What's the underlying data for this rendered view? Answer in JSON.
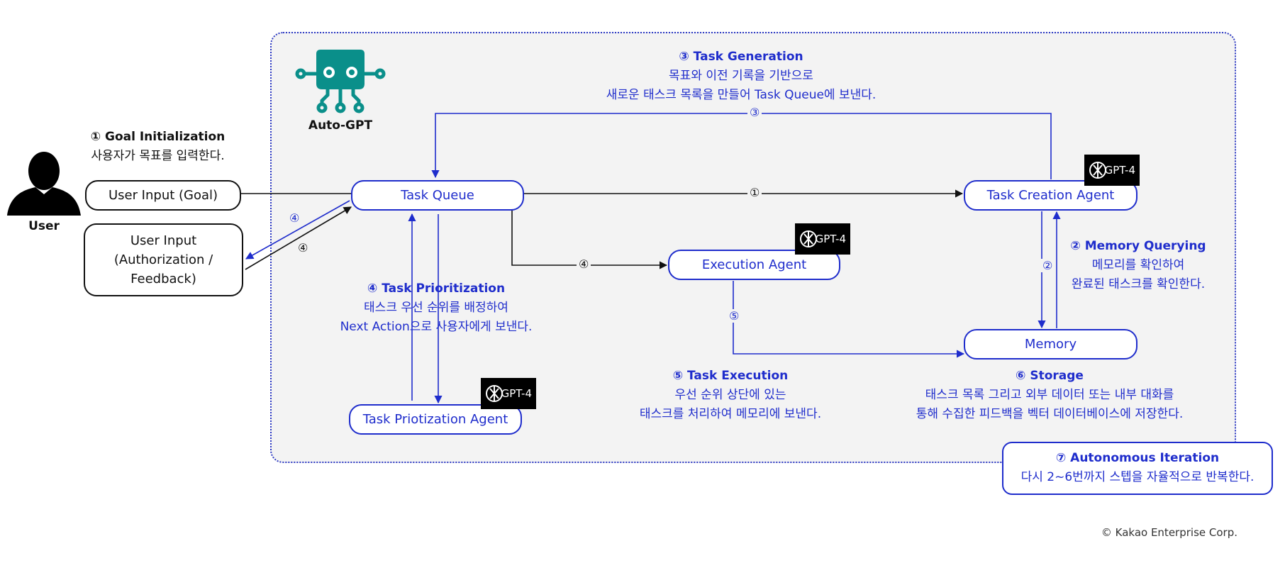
{
  "user": {
    "label": "User"
  },
  "auto_gpt": {
    "label": "Auto-GPT"
  },
  "nodes": {
    "user_input_goal": "User Input (Goal)",
    "user_input_auth": "User Input\n(Authorization /\nFeedback)",
    "task_queue": "Task Queue",
    "task_creation_agent": "Task Creation Agent",
    "execution_agent": "Execution Agent",
    "memory": "Memory",
    "task_prioritization_agent": "Task Priotization Agent"
  },
  "gpt_badge": "GPT-4",
  "steps": {
    "goal_init": {
      "title": "① Goal Initialization",
      "desc": "사용자가 목표를 입력한다."
    },
    "task_generation": {
      "title": "③ Task Generation",
      "desc1": "목표와 이전 기록을 기반으로",
      "desc2": "새로운 태스크 목록을 만들어 Task Queue에 보낸다."
    },
    "memory_querying": {
      "title": "② Memory Querying",
      "desc1": "메모리를 확인하여",
      "desc2": "완료된 태스크를 확인한다."
    },
    "task_prioritization": {
      "title": "④ Task Prioritization",
      "desc1": "태스크 우선 순위를 배정하여",
      "desc2": "Next Action으로 사용자에게 보낸다."
    },
    "task_execution": {
      "title": "⑤ Task Execution",
      "desc1": "우선 순위 상단에 있는",
      "desc2": "태스크를 처리하여 메모리에 보낸다."
    },
    "storage": {
      "title": "⑥ Storage",
      "desc1": "태스크 목록 그리고 외부 데이터 또는 내부 대화를",
      "desc2": "통해 수집한 피드백을 벡터 데이터베이스에 저장한다."
    },
    "autonomous_iteration": {
      "title": "⑦ Autonomous Iteration",
      "desc": "다시 2~6번까지 스텝을 자율적으로 반복한다."
    }
  },
  "edge_numbers": {
    "queue_to_creation": "①",
    "creation_to_queue": "③",
    "memory_query": "②",
    "queue_to_execution": "④",
    "execution_to_memory": "⑤",
    "user_feedback_blue": "④",
    "user_feedback_black": "④"
  },
  "copyright": "© Kakao Enterprise Corp.",
  "colors": {
    "accent": "#1f2dcc",
    "region_bg": "#f3f3f3",
    "text": "#111111"
  }
}
